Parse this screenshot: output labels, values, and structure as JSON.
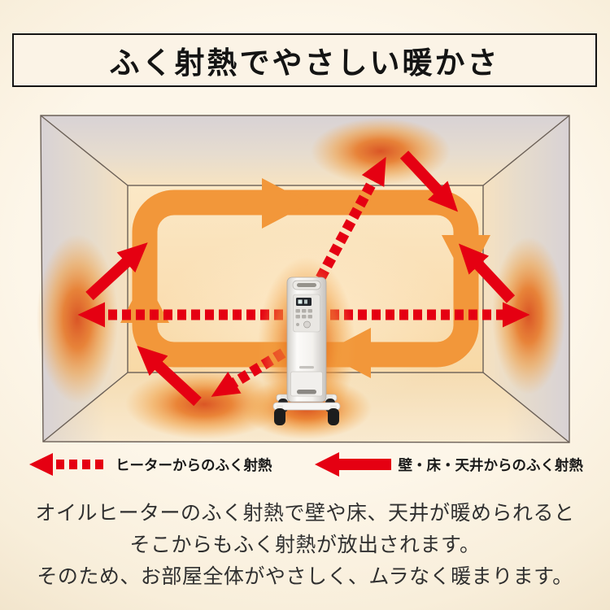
{
  "title": "ふく射熱でやさしい暖かさ",
  "legend": {
    "heater": {
      "label": "ヒーターからのふく射熱",
      "arrow_style": "dashed"
    },
    "surfaces": {
      "label": "壁・床・天井からのふく射熱",
      "arrow_style": "solid"
    }
  },
  "description": {
    "line1": "オイルヒーターのふく射熱で壁や床、天井が暖められると",
    "line2": "そこからもふく射熱が放出されます。",
    "line3": "そのため、お部屋全体がやさしく、ムラなく暖まります。"
  },
  "colors": {
    "arrow-red": "#e50012",
    "flow-orange": "#f2973a",
    "glow-core": "#d94e1d",
    "page-cream": "#fbf1e0",
    "wall-gray": "#d8d2d5",
    "back-wall-warm": "#f9debc",
    "title-ink": "#141414",
    "body-ink": "#303030"
  }
}
